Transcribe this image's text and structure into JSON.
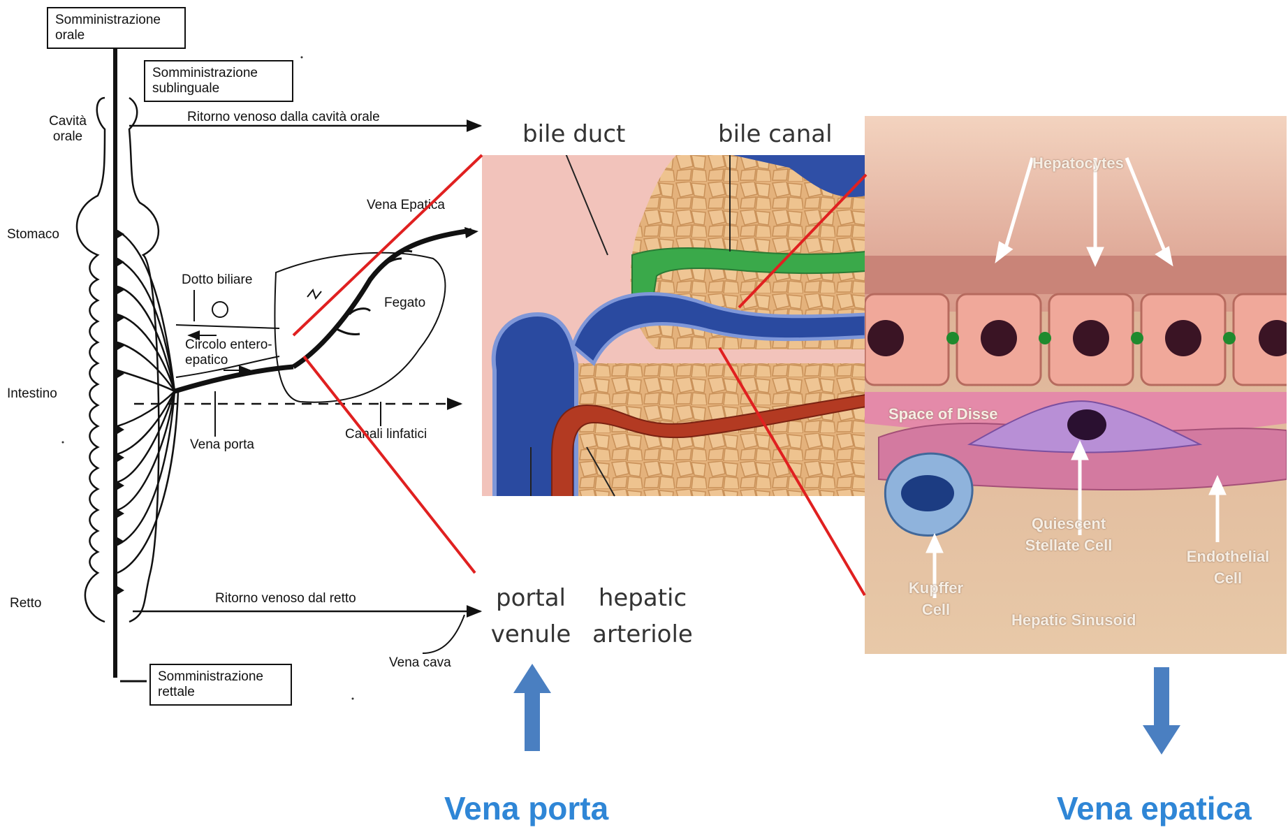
{
  "diagram": {
    "boxes": {
      "oral_admin": "Somministrazione orale",
      "sublingual_admin": "Somministrazione sublinguale",
      "rectal_admin": "Somministrazione rettale"
    },
    "organs": {
      "oral_cavity": "Cavità orale",
      "stomach": "Stomaco",
      "intestine": "Intestino",
      "rectum": "Retto",
      "liver": "Fegato"
    },
    "labels": {
      "oral_return": "Ritorno venoso dalla cavità orale",
      "rectal_return": "Ritorno venoso dal retto",
      "hepatic_vein": "Vena Epatica",
      "bile_duct": "Dotto biliare",
      "enterohepatic": "Circolo entero-epatico",
      "portal_vein": "Vena porta",
      "lymph": "Canali linfatici",
      "vena_cava": "Vena cava"
    }
  },
  "lobule_image": {
    "labels": {
      "bile_duct": "bile duct",
      "bile_canal": "bile canal",
      "portal_venule": "portal venule",
      "hepatic_arteriole": "hepatic arteriole"
    }
  },
  "sinusoid_image": {
    "labels": {
      "hepatocytes": "Hepatocytes",
      "space_of_disse": "Space of Disse",
      "stellate": "Quiescent Stellate Cell",
      "endothelial": "Endothelial Cell",
      "kupffer": "Kupffer Cell",
      "sinusoid": "Hepatic Sinusoid"
    }
  },
  "captions": {
    "portal": "Vena porta",
    "hepatic": "Vena epatica"
  },
  "colors": {
    "accent_blue": "#2f86d6",
    "arrow_blue": "#4a7fc1",
    "zoom_red": "#e02020"
  }
}
